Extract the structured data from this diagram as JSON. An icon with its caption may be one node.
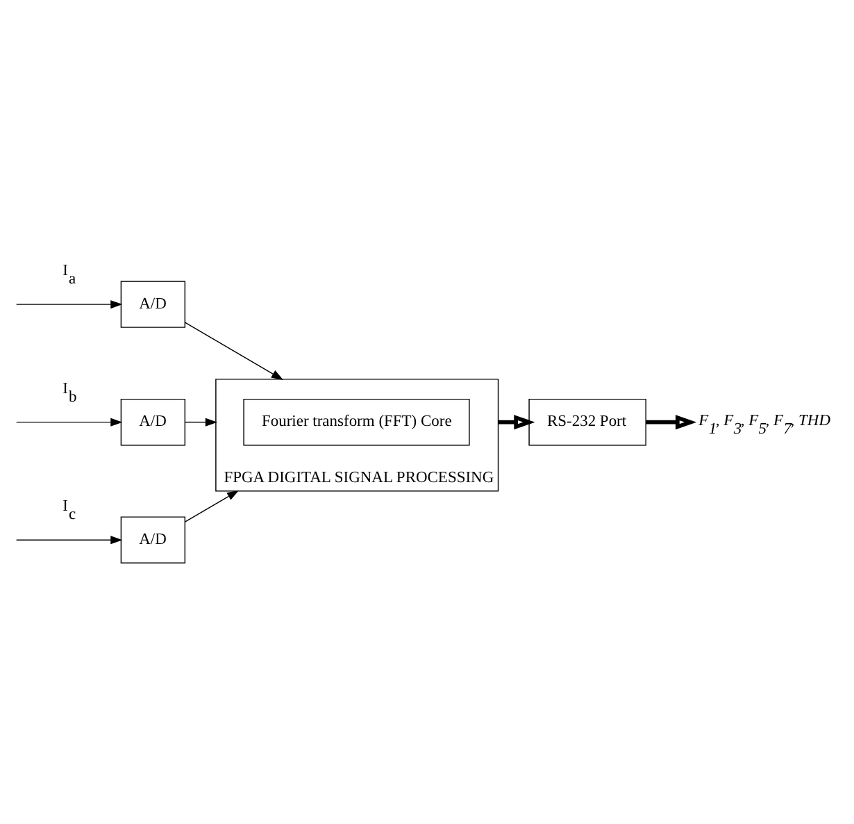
{
  "diagram": {
    "nodes": [
      {
        "text": [
          "A/D"
        ]
      },
      {
        "text": [
          "A/D"
        ]
      },
      {
        "text": [
          "A/D"
        ]
      },
      {
        "text": [
          "FPGA DIGITAL SIGNAL PROCESSING"
        ]
      },
      {
        "text": [
          "Fourier transform (FFT) Core"
        ],
        "in": 3
      },
      {
        "text": [
          "RS-232 Port"
        ]
      },
      {
        "text": [
          "F$_{1}$, F$_{3}$, F$_{5}$, F$_{7}$, THD"
        ]
      }
    ],
    "edges": [
      {
        "from": null,
        "to": 0,
        "arrow": "to",
        "label": "I$_{a}$"
      },
      {
        "from": null,
        "to": 1,
        "arrow": "to",
        "label": "I$_{b}$"
      },
      {
        "from": null,
        "to": 2,
        "arrow": "to",
        "label": "I$_{c}$"
      },
      {
        "from": 0,
        "to": 3,
        "arrow": "to"
      },
      {
        "from": 1,
        "to": 3,
        "arrow": "to"
      },
      {
        "from": 2,
        "to": 3,
        "arrow": "to"
      },
      {
        "from": 3,
        "to": 5,
        "arrow": "to",
        "style": "thick"
      },
      {
        "from": 5,
        "to": 6,
        "arrow": "to",
        "style": "thick"
      }
    ]
  }
}
